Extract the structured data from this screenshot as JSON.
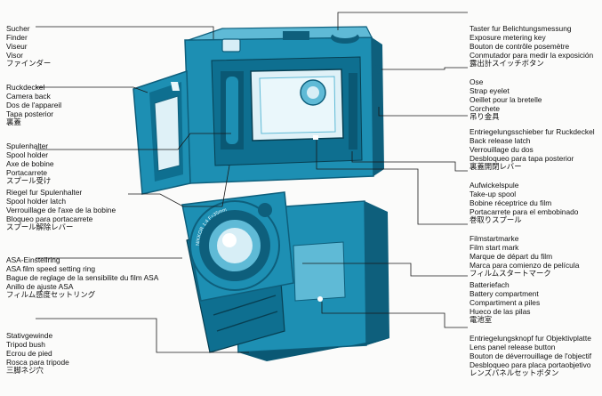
{
  "colors": {
    "camera_body": "#1d8fb3",
    "camera_dark": "#0e5f7c",
    "camera_light": "#5fbad6",
    "leader_line": "#1a1a1a",
    "text": "#111111"
  },
  "labels": {
    "finder": [
      "Sucher",
      "Finder",
      "Viseur",
      "Visor",
      "ファインダー"
    ],
    "camera_back": [
      "Ruckdeckel",
      "Camera back",
      "Dos de l'appareil",
      "Tapa posterior",
      "裏蓋"
    ],
    "spool_holder": [
      "Spulenhalter",
      "Spool holder",
      "Axe de bobine",
      "Portacarrete",
      "スプール受け"
    ],
    "spool_holder_latch": [
      "Riegel fur Spulenhalter",
      "Spool holder latch",
      "Verrouillage de l'axe de la bobine",
      "Bloqueo para portacarrete",
      "スプール解除レバー"
    ],
    "asa_ring": [
      "ASA-Einstellring",
      "ASA film speed setting ring",
      "Bague de reglage de la sensibilite du film ASA",
      "Anillo de ajuste ASA",
      "フィルム感度セットリング"
    ],
    "tripod_bush": [
      "Stativgewinde",
      "Tripod bush",
      "Ecrou de pied",
      "Rosca para tripode",
      "三脚ネジ穴"
    ],
    "exposure_key": [
      "Taster fur Belichtungsmessung",
      "Exposure metering key",
      "Bouton de contrôle posemètre",
      "Conmutador para medir la exposición",
      "露出計スイッチボタン"
    ],
    "strap_eyelet": [
      "Ose",
      "Strap eyelet",
      "Oeillet pour la bretelle",
      "Corchete",
      "吊り金具"
    ],
    "back_release": [
      "Entriegelungsschieber fur Ruckdeckel",
      "Back release latch",
      "Verrouillage du dos",
      "Desbloqueo para tapa posterior",
      "裏蓋開閉レバー"
    ],
    "take_up_spool": [
      "Aufwickelspule",
      "Take-up spool",
      "Bobine réceptrice du film",
      "Portacarrete para el embobinado",
      "巻取りスプール"
    ],
    "film_start_mark": [
      "Filmstartmarke",
      "Film start mark",
      "Marque de départ du film",
      "Marca para comienzo de película",
      "フィルムスタートマーク"
    ],
    "battery": [
      "Batteriefach",
      "Battery compartment",
      "Compartiment a piles",
      "Hueco de las pilas",
      "電池室"
    ],
    "lens_panel_release": [
      "Entriegelungsknopf fur Objektivplatte",
      "Lens panel release button",
      "Bouton de déverrouillage de l'objectif",
      "Desbloqueo para placa portaobjetivo",
      "レンズパネルセットボタン"
    ]
  },
  "lens_ring_text": "NIKKOR 1:4 F=35mm"
}
